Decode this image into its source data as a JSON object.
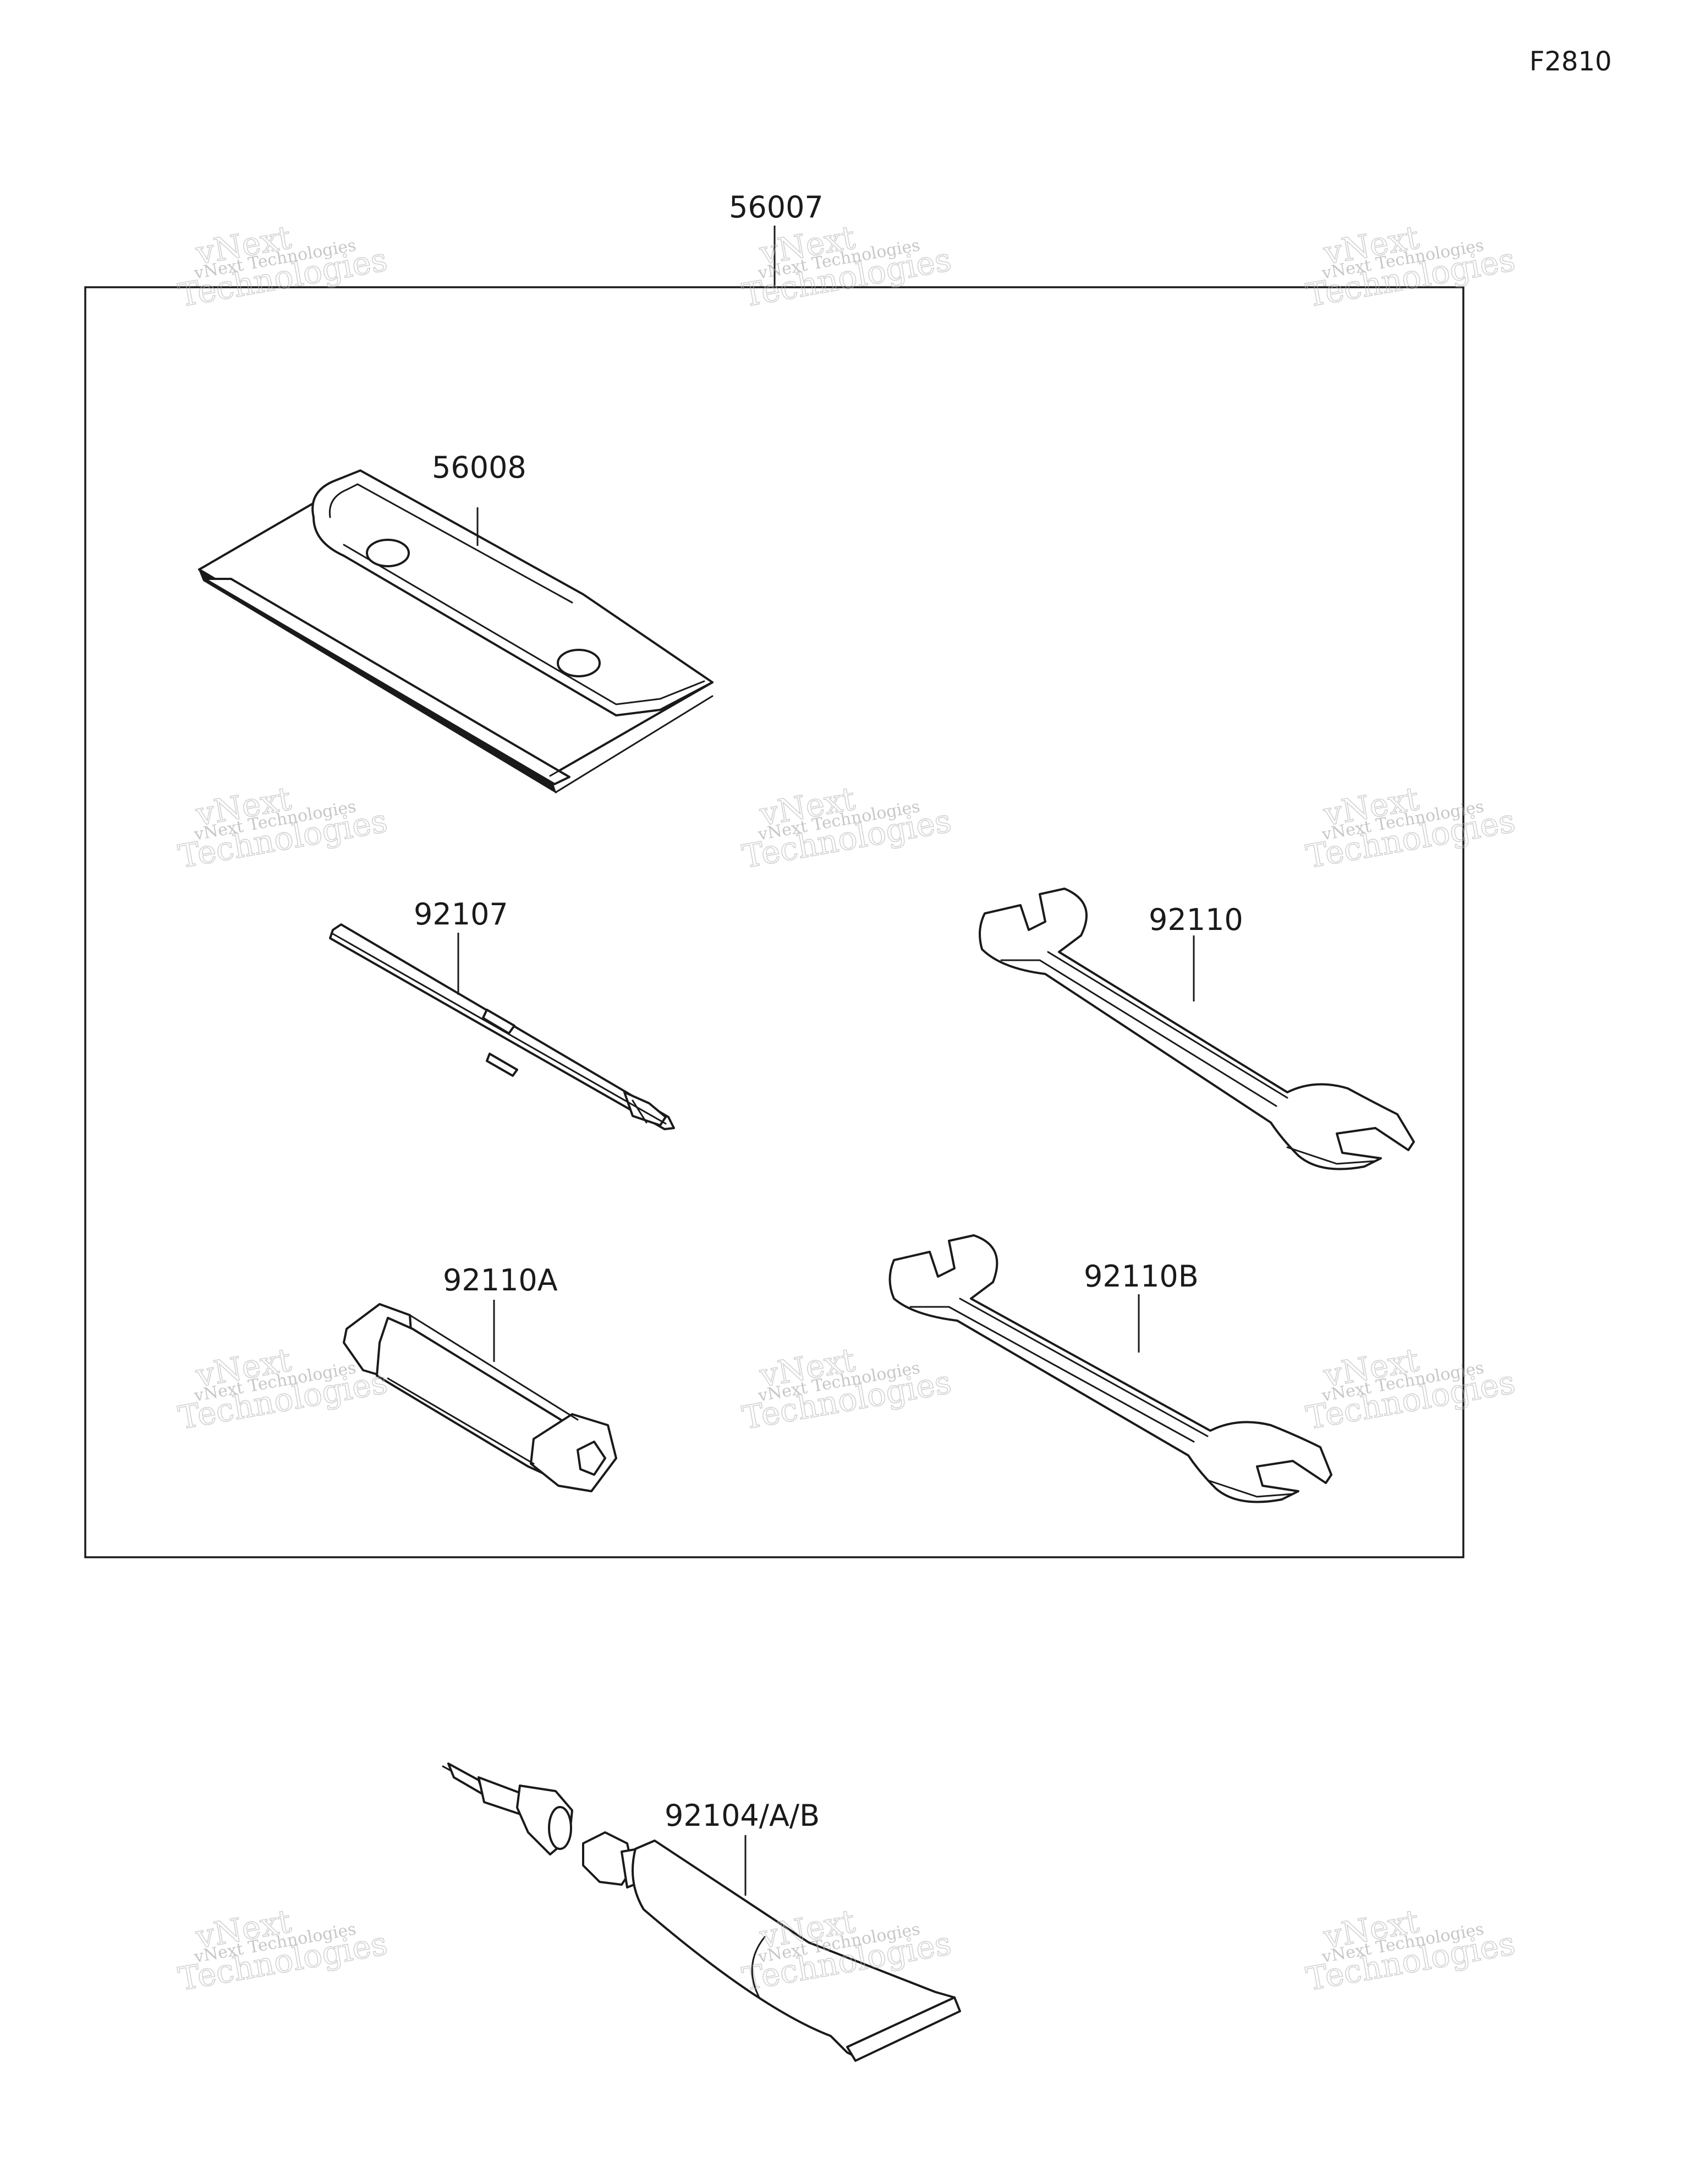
{
  "figure_code": "F2810",
  "labels": {
    "kit": "56007",
    "bag": "56008",
    "screwdriver": "92107",
    "wrench_a": "92110",
    "plug_wrench": "92110A",
    "wrench_b": "92110B",
    "tube": "92104/A/B"
  },
  "watermark": {
    "line1": "vNext Technologies",
    "line2": "vNext",
    "line3": "Technologies"
  },
  "colors": {
    "ink": "#1a1a1a",
    "watermark": "#9a9a9a"
  }
}
